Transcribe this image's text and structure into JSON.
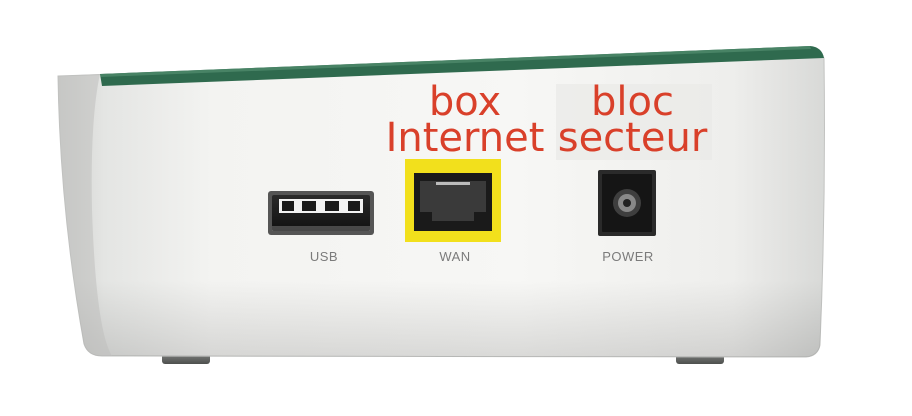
{
  "annotations": {
    "wan": {
      "line1": "box",
      "line2": "Internet"
    },
    "power": {
      "line1": "bloc",
      "line2": "secteur"
    },
    "color": "#d9402a"
  },
  "ports": {
    "usb": "USB",
    "wan": "WAN",
    "power": "POWER"
  },
  "colors": {
    "top_band": "#2f6a4e",
    "wan_highlight": "#f2e01c",
    "body_light": "#f6f6f4",
    "body_shadow": "#c9cac8"
  }
}
